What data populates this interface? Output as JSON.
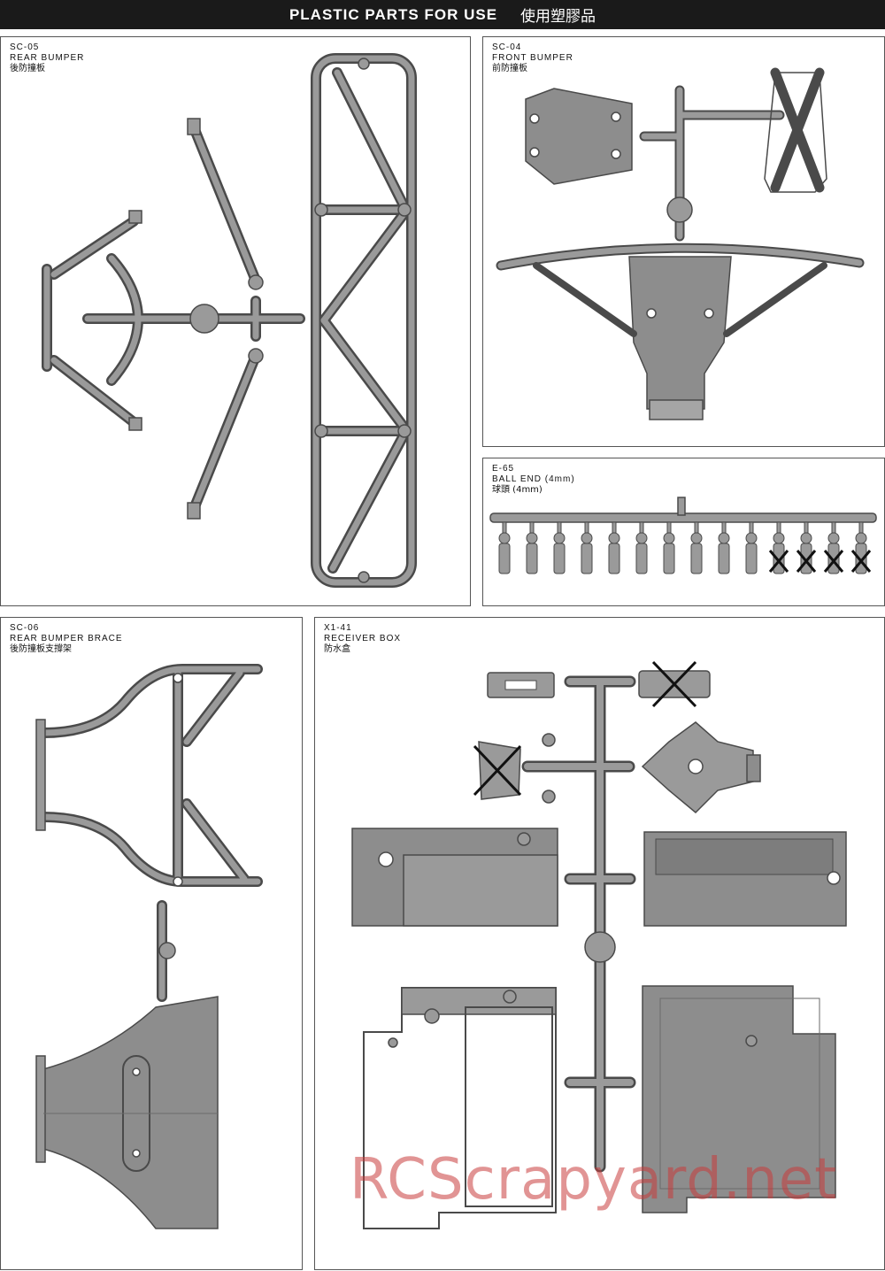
{
  "header": {
    "title_en": "PLASTIC PARTS FOR USE",
    "title_zh": "使用塑膠品"
  },
  "parts": [
    {
      "code": "SC-05",
      "name": "REAR BUMPER",
      "name_zh": "後防撞板"
    },
    {
      "code": "SC-04",
      "name": "FRONT BUMPER",
      "name_zh": "前防撞板"
    },
    {
      "code": "E-65",
      "name": "BALL END (4mm)",
      "name_zh": "球頭 (4mm)"
    },
    {
      "code": "SC-06",
      "name": "REAR BUMPER BRACE",
      "name_zh": "後防撞板支撐架"
    },
    {
      "code": "X1-41",
      "name": "RECEIVER BOX",
      "name_zh": "防水盒"
    }
  ],
  "watermark": "RCScrapyard.net",
  "colors": {
    "part_fill": "#8d8d8d",
    "part_stroke": "#4a4a4a",
    "header_bg": "#1a1a1a"
  }
}
